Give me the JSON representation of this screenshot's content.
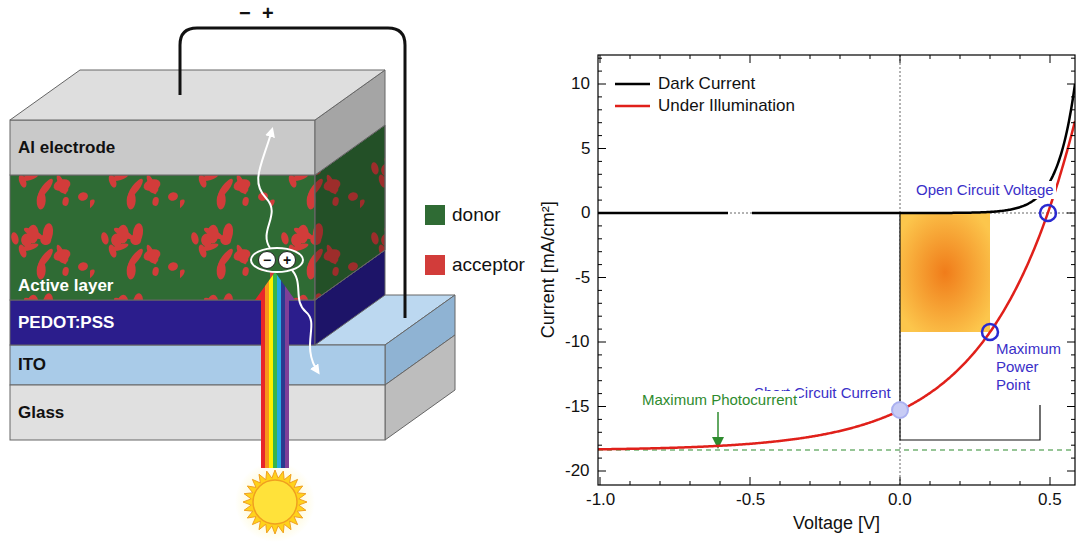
{
  "diagram": {
    "nodes": [
      {
        "text": [
          "Al electrode"
        ]
      },
      {
        "text": [
          "Active layer"
        ]
      },
      {
        "text": [
          "PEDOT:PSS"
        ]
      },
      {
        "text": [
          "ITO"
        ]
      },
      {
        "text": [
          "Glass"
        ]
      },
      {
        "text": [
          "−",
          "+"
        ],
        "in": 1
      }
    ],
    "labels": [
      "−",
      "+",
      "10",
      "5",
      "0",
      "-5",
      "-10",
      "-15",
      "-20",
      "-1.0",
      "-0.5",
      "0.0",
      "0.5",
      "Current [mA/cm²]",
      "Voltage [V]",
      "Open Circuit Voltage",
      "Maximum Power Point",
      "Short Circuit Current",
      "Maximum Photocurrent"
    ],
    "legend": [
      {
        "text": "donor",
        "color": "#2f6b34"
      },
      {
        "text": "acceptor",
        "color": "#d23c3a"
      },
      {
        "text": "Dark Current"
      },
      {
        "text": "Under Illumination"
      }
    ]
  }
}
